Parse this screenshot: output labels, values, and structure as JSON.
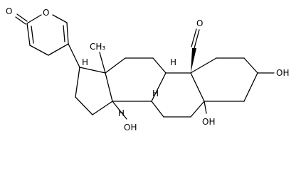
{
  "labels": {
    "pyranone_oxo": "O",
    "pyranone_ring_o": "O",
    "methyl": "CH₃",
    "aldehyde_o": "O",
    "oh_c3": "OH",
    "oh_c14": "OH",
    "oh_c5": "OH",
    "h_c17": "H",
    "h_c9": "H",
    "h_c8": "H",
    "h_c14": "H"
  }
}
